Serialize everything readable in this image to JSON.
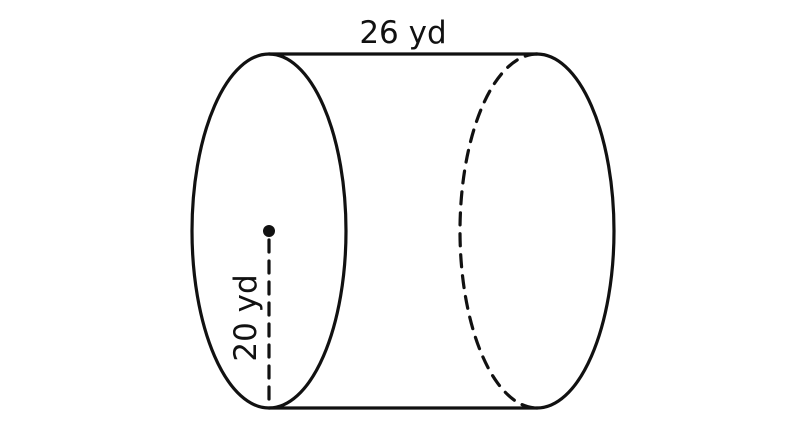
{
  "diagram": {
    "shape": "cylinder",
    "length_label": "26 yd",
    "radius_label": "20 yd",
    "colors": {
      "stroke": "#111111",
      "background": "#ffffff"
    }
  }
}
